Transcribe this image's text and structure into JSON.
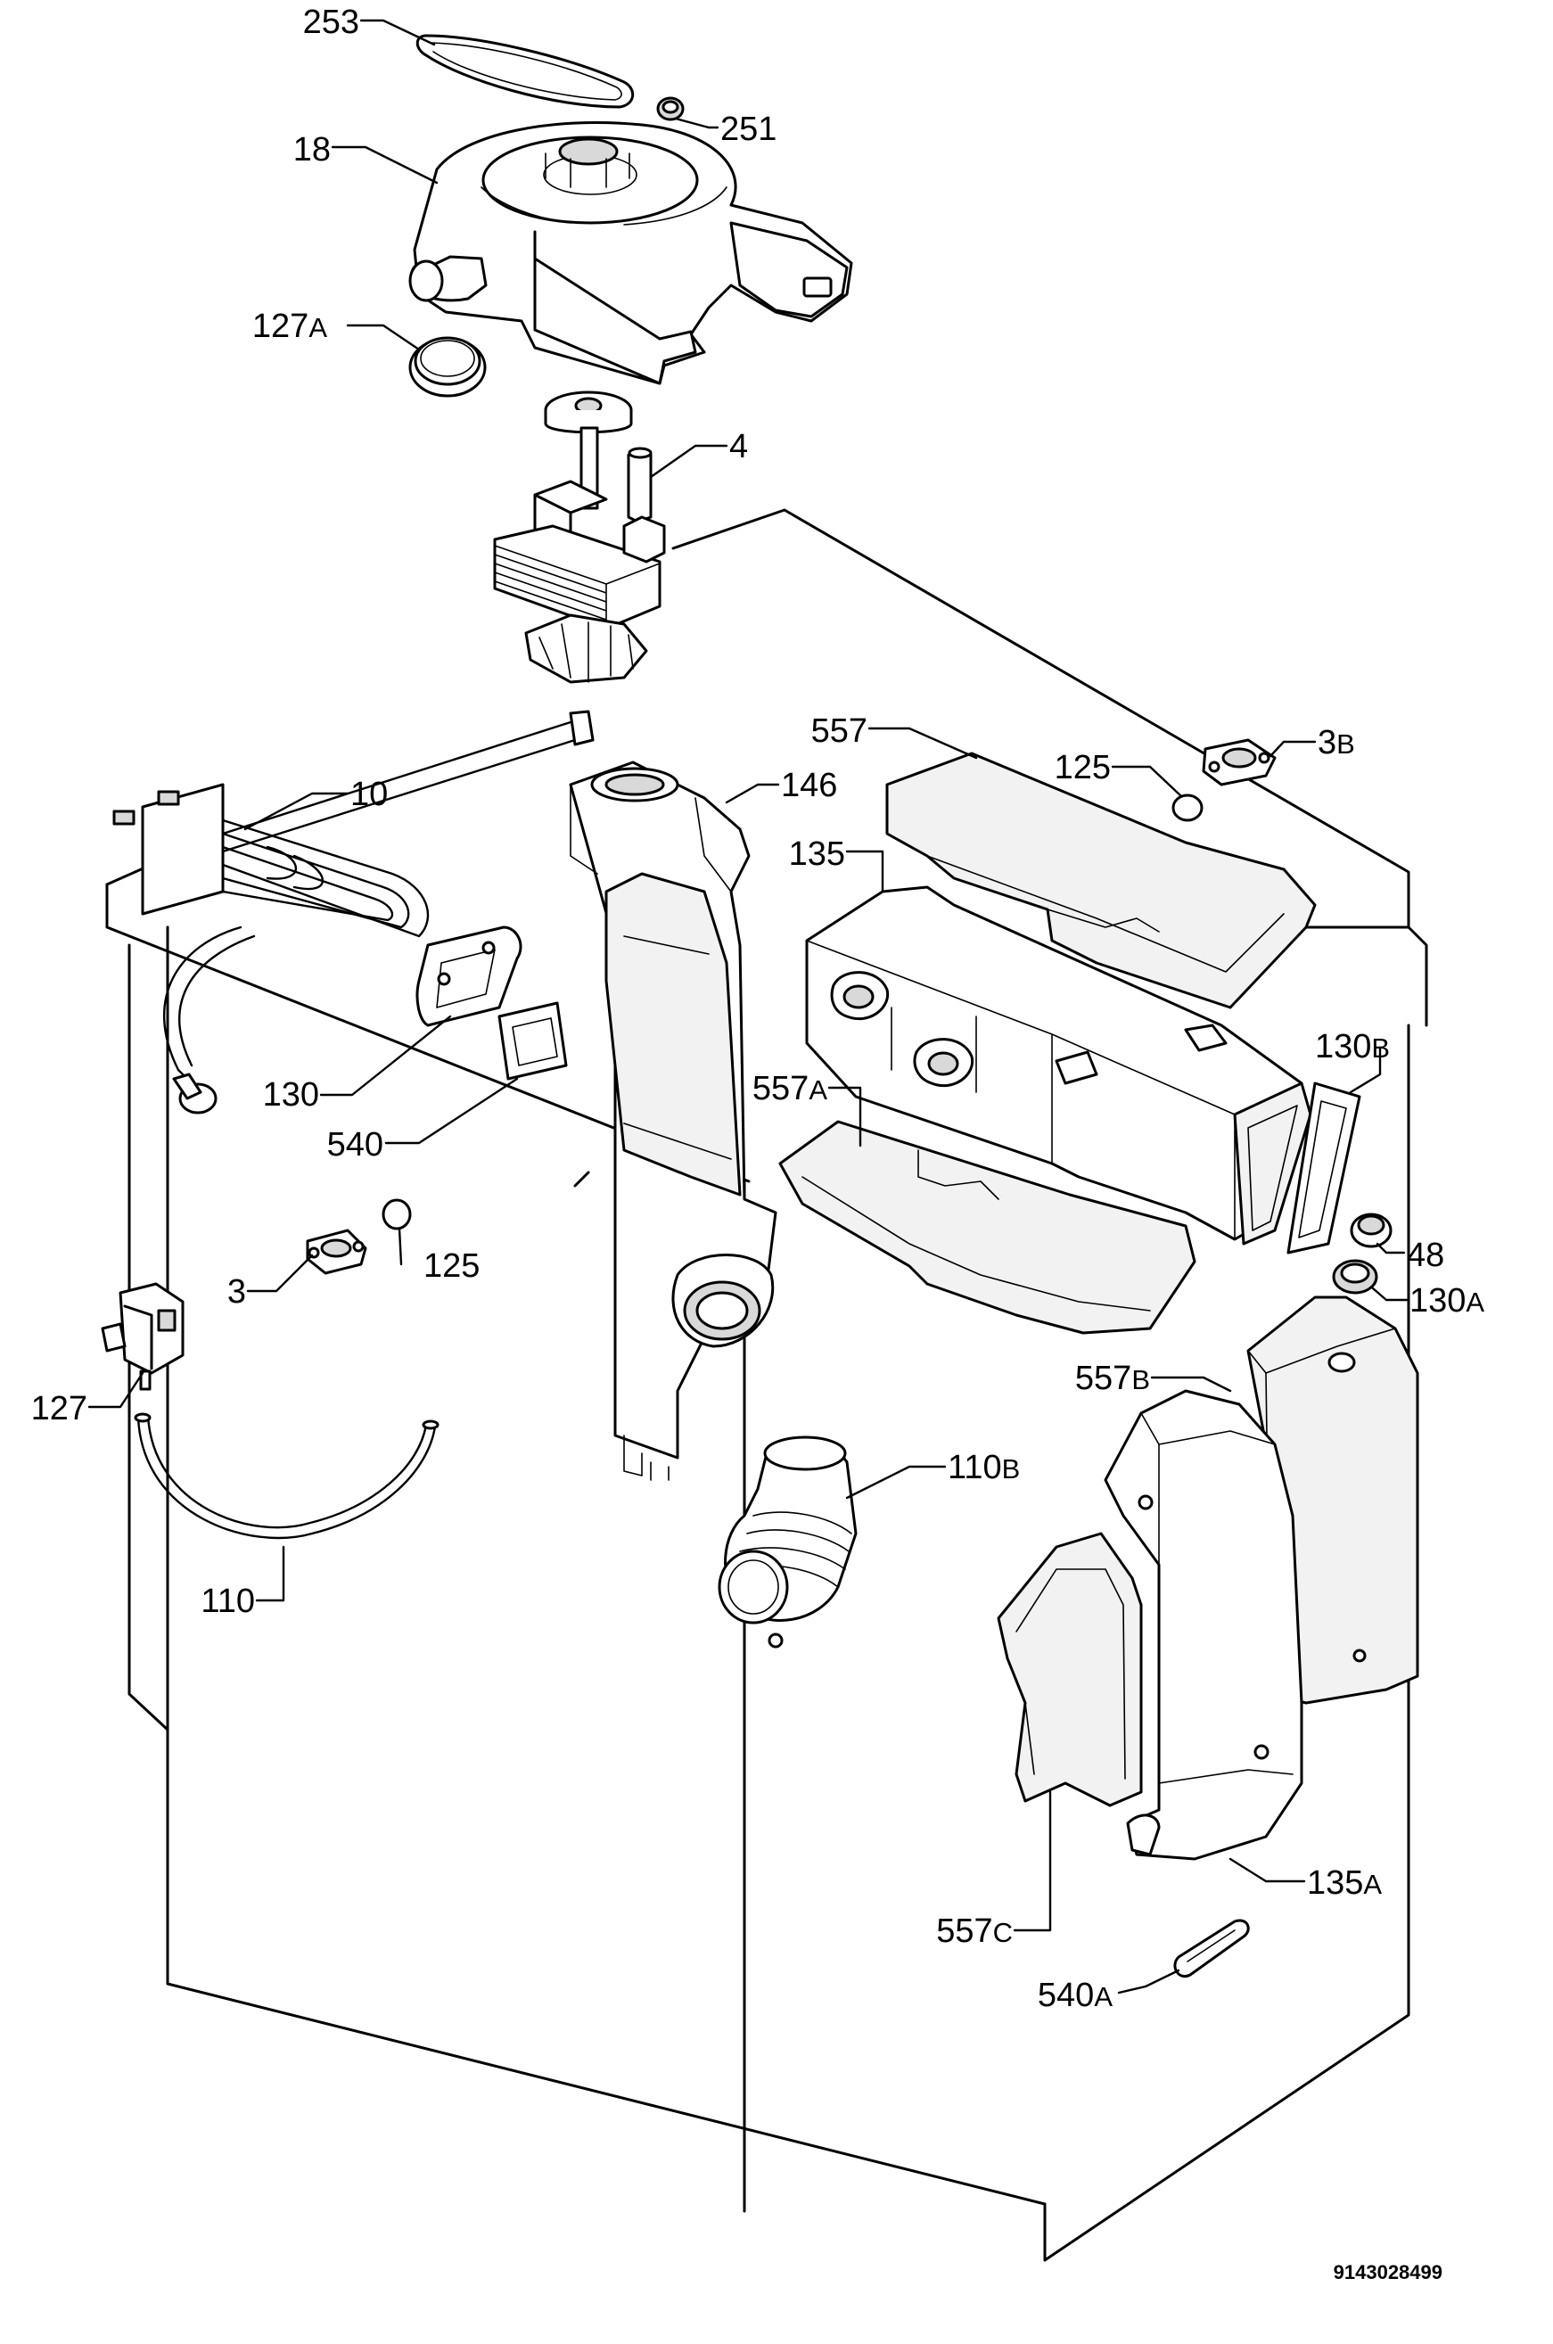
{
  "drawing_code": "9143028499",
  "callouts": [
    {
      "id": "c253",
      "num": "253",
      "suffix": ""
    },
    {
      "id": "c251",
      "num": "251",
      "suffix": ""
    },
    {
      "id": "c18",
      "num": "18",
      "suffix": ""
    },
    {
      "id": "c127A",
      "num": "127",
      "suffix": "A"
    },
    {
      "id": "c4",
      "num": "4",
      "suffix": ""
    },
    {
      "id": "c557",
      "num": "557",
      "suffix": ""
    },
    {
      "id": "c125t",
      "num": "125",
      "suffix": ""
    },
    {
      "id": "c3B",
      "num": "3",
      "suffix": "B"
    },
    {
      "id": "c10",
      "num": "10",
      "suffix": ""
    },
    {
      "id": "c146",
      "num": "146",
      "suffix": ""
    },
    {
      "id": "c135",
      "num": "135",
      "suffix": ""
    },
    {
      "id": "c130B",
      "num": "130",
      "suffix": "B"
    },
    {
      "id": "c130",
      "num": "130",
      "suffix": ""
    },
    {
      "id": "c557A",
      "num": "557",
      "suffix": "A"
    },
    {
      "id": "c540",
      "num": "540",
      "suffix": ""
    },
    {
      "id": "c48",
      "num": "48",
      "suffix": ""
    },
    {
      "id": "c130A",
      "num": "130",
      "suffix": "A"
    },
    {
      "id": "c125b",
      "num": "125",
      "suffix": ""
    },
    {
      "id": "c3",
      "num": "3",
      "suffix": ""
    },
    {
      "id": "c127",
      "num": "127",
      "suffix": ""
    },
    {
      "id": "c557B",
      "num": "557",
      "suffix": "B"
    },
    {
      "id": "c110B",
      "num": "110",
      "suffix": "B"
    },
    {
      "id": "c110",
      "num": "110",
      "suffix": ""
    },
    {
      "id": "c135A",
      "num": "135",
      "suffix": "A"
    },
    {
      "id": "c557C",
      "num": "557",
      "suffix": "C"
    },
    {
      "id": "c540A",
      "num": "540",
      "suffix": "A"
    }
  ]
}
